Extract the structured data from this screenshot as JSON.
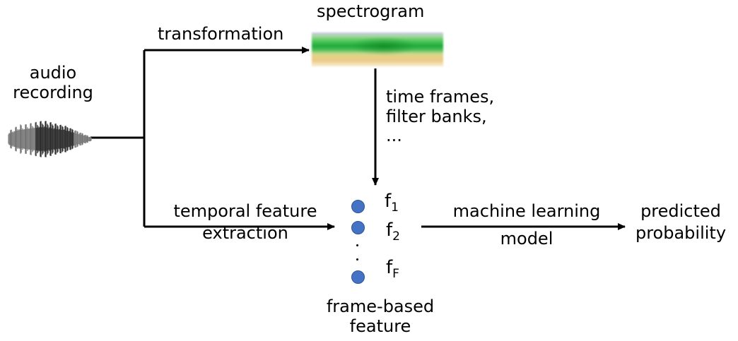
{
  "labels": {
    "audio_recording": [
      "audio",
      "recording"
    ],
    "transformation": "transformation",
    "spectrogram": "spectrogram",
    "spectrogram_params": [
      "time frames,",
      "filter banks,",
      "..."
    ],
    "temporal_feature_extraction": [
      "temporal feature",
      "extraction"
    ],
    "machine_learning_model": [
      "machine learning",
      "model"
    ],
    "predicted_probability": [
      "predicted",
      "probability"
    ],
    "frame_based_feature": [
      "frame-based",
      "feature"
    ]
  },
  "features": [
    {
      "base": "f",
      "sub": "1"
    },
    {
      "base": "f",
      "sub": "2"
    },
    {
      "base": "f",
      "sub": "F"
    }
  ],
  "colors": {
    "feature_dot": "#4472c4",
    "arrow": "#000000"
  }
}
